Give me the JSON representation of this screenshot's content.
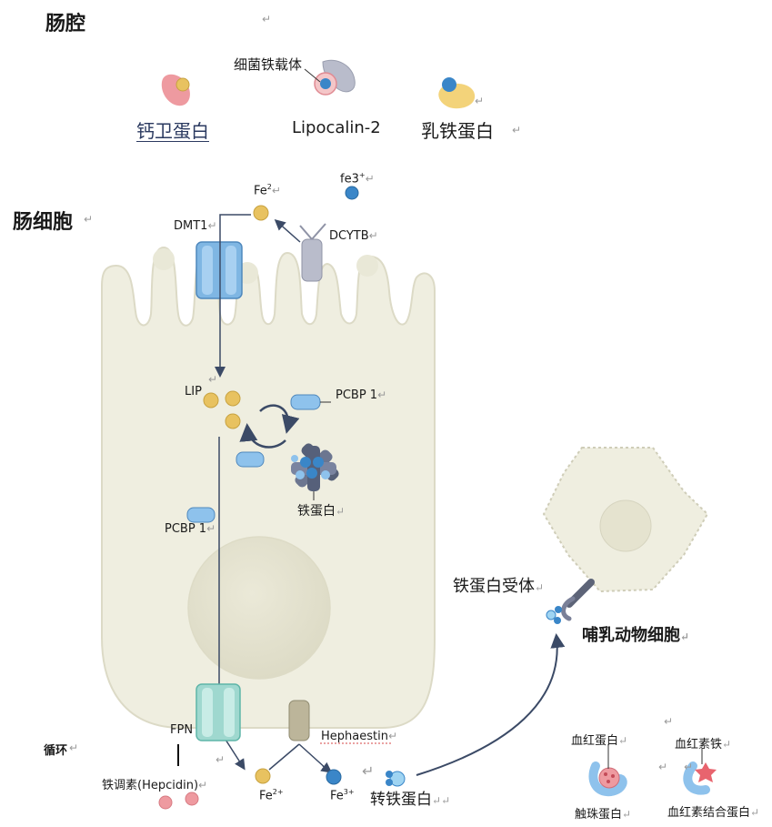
{
  "sections": {
    "lumen": "肠腔",
    "enterocyte": "肠细胞",
    "circulation": "循环"
  },
  "lumen_proteins": {
    "siderophore": "细菌铁载体",
    "calprotectin": "钙卫蛋白",
    "lipocalin": "Lipocalin-2",
    "lactoferrin": "乳铁蛋白"
  },
  "apical": {
    "fe2": "Fe",
    "fe2_sup": "2",
    "fe3": "fe3",
    "fe3_sup": "+",
    "dmt1": "DMT1",
    "dcytb": "DCYTB"
  },
  "cytoplasm": {
    "lip": "LIP",
    "pcbp1_right": "PCBP 1",
    "pcbp1_left": "PCBP 1",
    "ferritin": "铁蛋白"
  },
  "basolateral": {
    "fpn": "FPN",
    "hephaestin": "Hephaestin",
    "hepcidin": "铁调素(Hepcidin)",
    "fe2": "Fe",
    "fe2_sup": "2+",
    "fe3": "Fe",
    "fe3_sup": "3+",
    "transferrin": "转铁蛋白"
  },
  "mammal_cell": {
    "receptor": "铁蛋白受体",
    "label": "哺乳动物细胞"
  },
  "heme_legend": {
    "hemoglobin": "血红蛋白",
    "haptoglobin": "触珠蛋白",
    "heme": "血红素铁",
    "hemopexin": "血红素结合蛋白"
  },
  "colors": {
    "cell_fill": "#efeee0",
    "iron_yellow": "#e8c260",
    "iron_blue": "#3a86c8",
    "transporter_blue": "#7fb6e3",
    "fpn_teal": "#9fd8cf",
    "pcbp_blue": "#8ec2ec",
    "arrow_dark": "#3b4a66",
    "hepcidin_red": "#ee9aa0"
  },
  "markers": {
    "return": "↵"
  }
}
